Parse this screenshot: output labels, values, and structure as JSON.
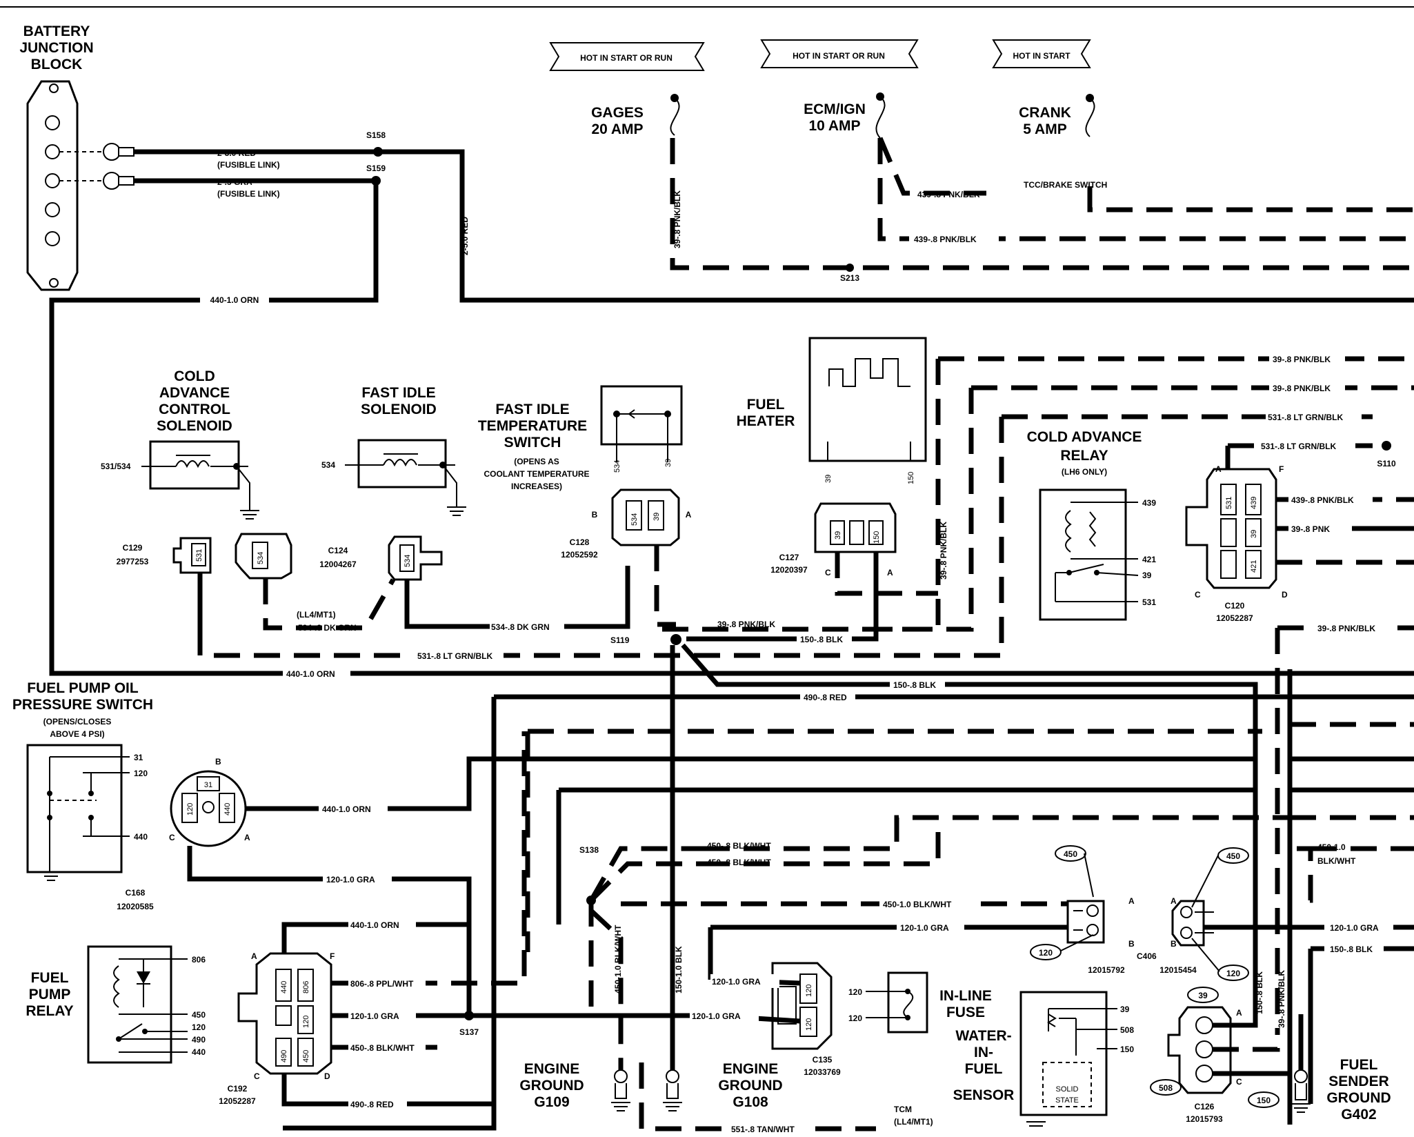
{
  "battery_block": {
    "title": [
      "BATTERY",
      "JUNCTION",
      "BLOCK"
    ]
  },
  "fuses": [
    {
      "banner": "HOT IN START OR RUN",
      "name": "GAGES",
      "rating": "20 AMP"
    },
    {
      "banner": "HOT IN START OR RUN",
      "name": "ECM/IGN",
      "rating": "10 AMP"
    },
    {
      "banner": "HOT IN START",
      "name": "CRANK",
      "rating": "5 AMP"
    }
  ],
  "splices": {
    "s158": "S158",
    "s159": "S159",
    "s213": "S213",
    "s119": "S119",
    "s110": "S110",
    "s138": "S138",
    "s137": "S137"
  },
  "wires": {
    "red_fusible": "2-3.0 RED",
    "red_fusible_note": "(FUSIBLE LINK)",
    "gra_fusible": "2-.5 GRA",
    "gra_fusible_note": "(FUSIBLE LINK)",
    "red_vertical": "2-5.0 RED",
    "orn_top": "440-1.0 ORN",
    "pnk_gages": "39-.8 PNK/BLK",
    "pnk_tcc": "439-.8 PNK/BLK",
    "pnk_ecm": "439-.8 PNK/BLK",
    "tcc_switch": "TCC/BRAKE SWITCH",
    "pnk_h1": "39-.8 PNK/BLK",
    "pnk_h2": "39-.8 PNK/BLK",
    "grn_h1": "531-.8 LT GRN/BLK",
    "grn_h2": "531-.8 LT GRN/BLK",
    "pnk_heater_v": "39-.8 PNK/BLK",
    "dk_grn_534a": "534-.8 DK GRN",
    "dk_grn_534b": "534-.8 DK GRN",
    "ll4mt1": "(LL4/MT1)",
    "pnk_s119": "39-.8 PNK/BLK",
    "blk_150a": "150-.8 BLK",
    "grn_531_bottom": "531-.8 LT GRN/BLK",
    "orn_mid": "440-1.0 ORN",
    "blk_150b": "150-.8 BLK",
    "red_490": "490-.8 RED",
    "c120_pnk439": "439-.8 PNK/BLK",
    "c120_pnk39": "39-.8 PNK",
    "pnk_right": "39-.8 PNK/BLK",
    "orn_pressure": "440-1.0 ORN",
    "gra_pressure": "120-1.0 GRA",
    "blkwht_a": "450-.8 BLK/WHT",
    "blkwht_b": "450-.8 BLK/WHT",
    "blkwht_c": "450-1.0 BLK/WHT",
    "gra_c": "120-1.0 GRA",
    "c192_orn": "440-1.0 ORN",
    "c192_ppl": "806-.8 PPL/WHT",
    "c192_gra": "120-1.0 GRA",
    "c192_blkwht": "450-.8 BLK/WHT",
    "c192_red": "490-.8 RED",
    "v_blkwht": "450-1.0 BLK/WHT",
    "v_blk": "150-1.0 BLK",
    "c135_gra_a": "120-1.0 GRA",
    "c135_gra_b": "120-1.0 GRA",
    "tan_wht": "551-.8 TAN/WHT",
    "tcm": "TCM",
    "tcm_note": "(LL4/MT1)",
    "right_blkwht": "450-1.0",
    "right_blkwht2": "BLK/WHT",
    "right_gra": "120-1.0 GRA",
    "right_blk": "150-.8 BLK",
    "c126_blk": "150-.8 BLK",
    "c126_pnk": "39-.8 PNK/BLK"
  },
  "components": {
    "cold_adv_solenoid": [
      "COLD",
      "ADVANCE",
      "CONTROL",
      "SOLENOID"
    ],
    "cold_adv_pin": "531/534",
    "fast_idle_solenoid": [
      "FAST IDLE",
      "SOLENOID"
    ],
    "fast_idle_pin": "534",
    "fits_title": [
      "FAST IDLE",
      "TEMPERATURE",
      "SWITCH"
    ],
    "fits_note": [
      "(OPENS AS",
      "COOLANT TEMPERATURE",
      "INCREASES)"
    ],
    "fits_pins": [
      "534",
      "39"
    ],
    "fuel_heater": [
      "FUEL",
      "HEATER"
    ],
    "fuel_heater_pins": [
      "39",
      "150"
    ],
    "cold_adv_relay": [
      "COLD ADVANCE",
      "RELAY"
    ],
    "cold_adv_relay_note": "(LH6 ONLY)",
    "relay_pins": [
      "439",
      "421",
      "39",
      "531"
    ],
    "fpops_title": [
      "FUEL PUMP OIL",
      "PRESSURE SWITCH"
    ],
    "fpops_note": [
      "(OPENS/CLOSES",
      "ABOVE 4 PSI)"
    ],
    "fpops_pins": [
      "31",
      "120",
      "440"
    ],
    "fuel_pump_relay": [
      "FUEL",
      "PUMP",
      "RELAY"
    ],
    "fpr_pins": [
      "806",
      "450",
      "120",
      "490",
      "440"
    ],
    "eng_ground_g109": [
      "ENGINE",
      "GROUND",
      "G109"
    ],
    "eng_ground_g108": [
      "ENGINE",
      "GROUND",
      "G108"
    ],
    "inline_fuse": [
      "IN-LINE",
      "FUSE"
    ],
    "inline_pins": [
      "120",
      "120"
    ],
    "water_sensor": [
      "WATER-",
      "IN-",
      "FUEL",
      "SENSOR"
    ],
    "water_pins": [
      "39",
      "508",
      "150"
    ],
    "solid_state": [
      "SOLID",
      "STATE"
    ],
    "fuel_sender_ground": [
      "FUEL",
      "SENDER",
      "GROUND",
      "G402"
    ]
  },
  "connectors": {
    "c129": {
      "id": "C129",
      "part": "2977253",
      "pin": "531",
      "pin2": "534"
    },
    "c124": {
      "id": "C124",
      "part": "12004267",
      "pin": "534"
    },
    "c128": {
      "id": "C128",
      "part": "12052592",
      "pins": [
        "534",
        "39"
      ],
      "a": "A",
      "b": "B"
    },
    "c127": {
      "id": "C127",
      "part": "12020397",
      "pins": [
        "39",
        "150"
      ],
      "a": "A",
      "c": "C"
    },
    "c120": {
      "id": "C120",
      "part": "12052287",
      "pins": [
        "531",
        "439",
        "39",
        "421"
      ],
      "a": "A",
      "c": "C",
      "d": "D",
      "f": "F"
    },
    "c168": {
      "id": "C168",
      "part": "12020585",
      "pins": [
        "31",
        "120",
        "440"
      ],
      "a": "A",
      "b": "B",
      "c": "C"
    },
    "c192": {
      "id": "C192",
      "part": "12052287",
      "pins": [
        "440",
        "806",
        "120",
        "490",
        "450"
      ],
      "a": "A",
      "c": "C",
      "d": "D",
      "f": "F"
    },
    "c135": {
      "id": "C135",
      "part": "12033769",
      "pins": [
        "120",
        "120"
      ]
    },
    "c406": {
      "id": "C406",
      "part_a": "12015792",
      "part_b": "12015454",
      "tags": [
        "450",
        "120",
        "450",
        "120"
      ],
      "a": "A",
      "b": "B"
    },
    "c126": {
      "id": "C126",
      "part": "12015793",
      "tags": [
        "39",
        "508",
        "150"
      ],
      "a": "A",
      "c": "C"
    }
  }
}
